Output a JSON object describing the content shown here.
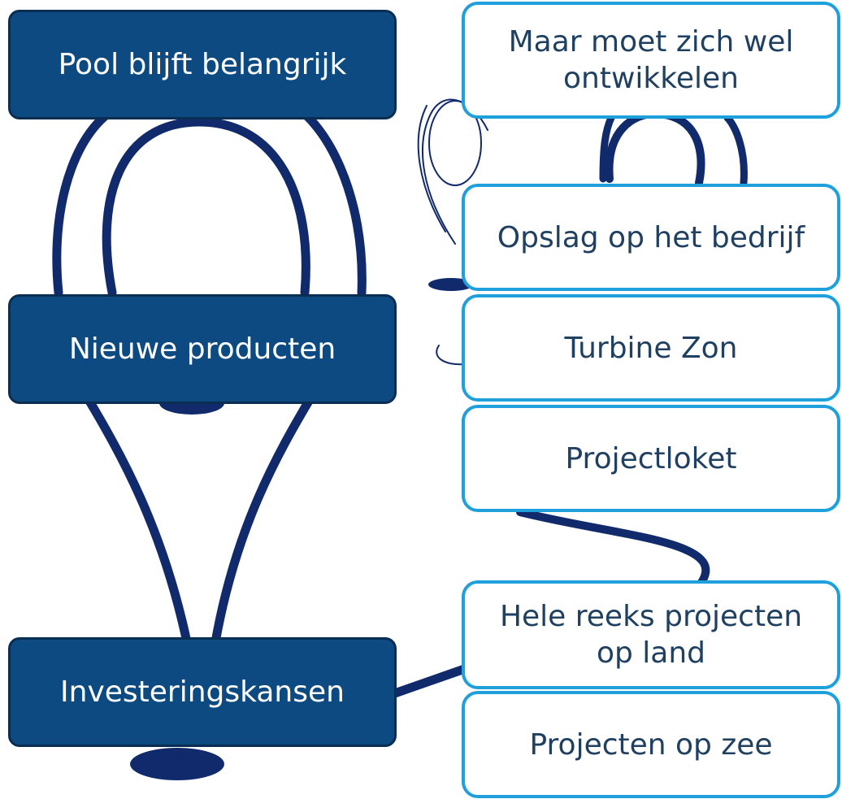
{
  "colors": {
    "dark_fill": "#0e4a82",
    "dark_border": "#0a2d52",
    "light_border": "#1ea0dc",
    "connector": "#102a6b"
  },
  "left_boxes": [
    "Pool blijft belangrijk",
    "Nieuwe producten",
    "Investeringskansen"
  ],
  "right_boxes": [
    "Maar moet zich wel ontwikkelen",
    "Opslag op het bedrijf",
    "Turbine Zon",
    "Projectloket",
    "Hele reeks projecten op land",
    "Projecten op zee"
  ]
}
